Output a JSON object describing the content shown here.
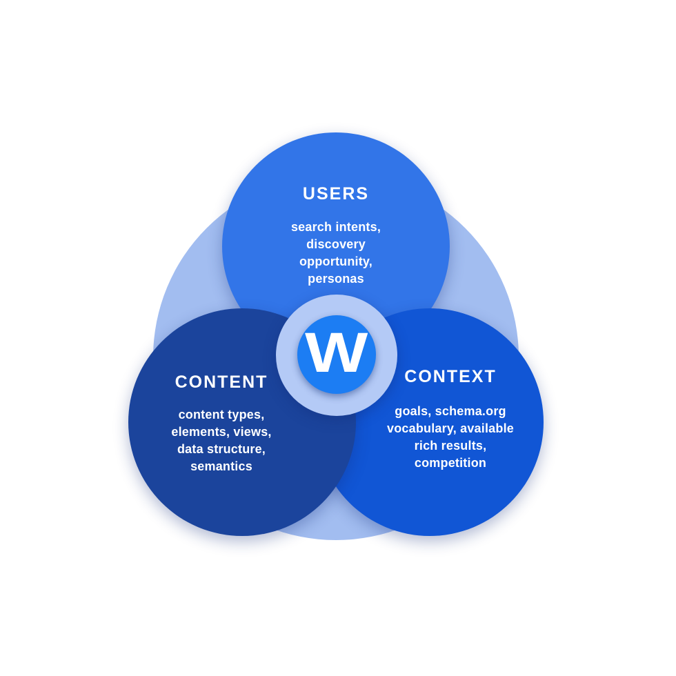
{
  "diagram": {
    "title_hint": "three-circle venn diagram with central logo",
    "center_logo": {
      "letter": "W",
      "name": "wordlift-w-logo"
    },
    "circles": [
      {
        "id": "users",
        "title": "USERS",
        "lines": [
          "search intents,",
          "discovery",
          "opportunity,",
          "personas"
        ],
        "color": "#3275e8"
      },
      {
        "id": "content",
        "title": "CONTENT",
        "lines": [
          "content types,",
          "elements, views,",
          "data structure,",
          "semantics"
        ],
        "color": "#1b449c"
      },
      {
        "id": "context",
        "title": "CONTEXT",
        "lines": [
          "goals, schema.org",
          "vocabulary, available",
          "rich results,",
          "competition"
        ],
        "color": "#1156d5"
      }
    ],
    "colors": {
      "background": "#ffffff",
      "halo": "#a2bdf0",
      "ring": "#b4caf6",
      "logo_circle": "#1c7df3",
      "text": "#ffffff"
    }
  }
}
